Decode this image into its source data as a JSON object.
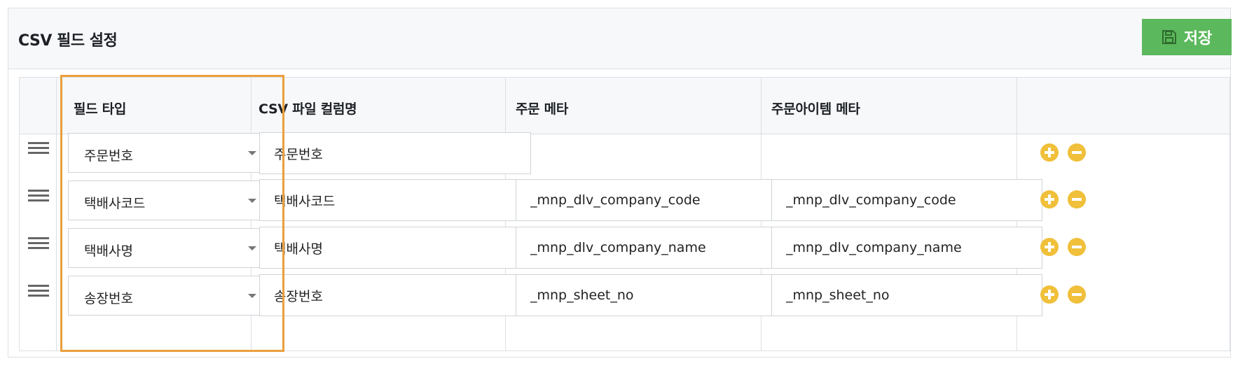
{
  "panel": {
    "title": "CSV 필드 설정"
  },
  "toolbar": {
    "save_label": "저장",
    "save_icon": "floppy-disk-icon"
  },
  "table": {
    "headers": [
      "필드 타입",
      "CSV 파일 컬럼명",
      "주문 메타",
      "주문아이템 메타"
    ],
    "rows": [
      {
        "field_type": "주문번호",
        "csv_column": "주문번호",
        "order_meta": "",
        "item_meta": ""
      },
      {
        "field_type": "택배사코드",
        "csv_column": "택배사코드",
        "order_meta": "_mnp_dlv_company_code",
        "item_meta": "_mnp_dlv_company_code"
      },
      {
        "field_type": "택배사명",
        "csv_column": "택배사명",
        "order_meta": "_mnp_dlv_company_name",
        "item_meta": "_mnp_dlv_company_name"
      },
      {
        "field_type": "송장번호",
        "csv_column": "송장번호",
        "order_meta": "_mnp_sheet_no",
        "item_meta": "_mnp_sheet_no"
      }
    ]
  },
  "colors": {
    "save_button": "#5cb85c",
    "action_buttons": "#f0c03a",
    "highlight_border": "#e9a03c"
  }
}
